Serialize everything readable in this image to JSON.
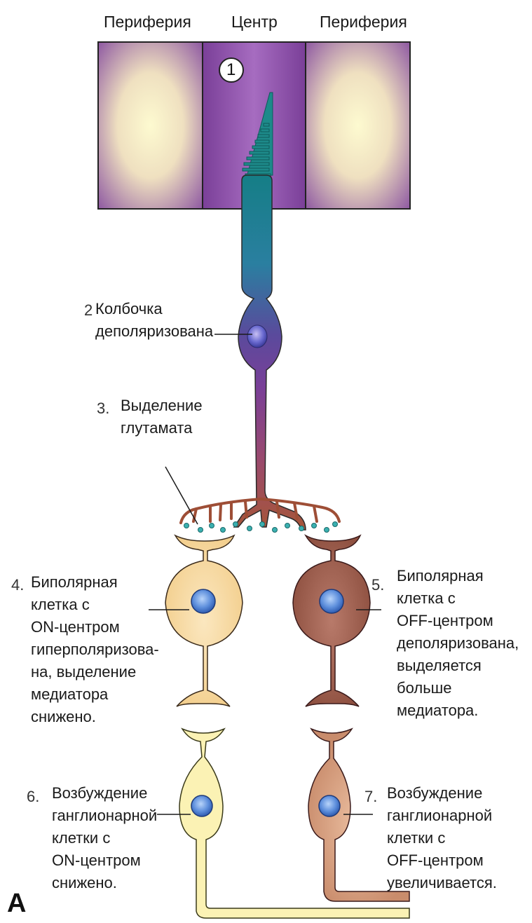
{
  "headers": {
    "left": "Периферия",
    "center": "Центр",
    "right": "Периферия"
  },
  "badge": "1",
  "steps": {
    "s2": {
      "num": "2",
      "lines": [
        "Колбочка",
        "деполяризована"
      ]
    },
    "s3": {
      "num": "3.",
      "lines": [
        "Выделение",
        "глутамата"
      ]
    },
    "s4": {
      "num": "4.",
      "lines": [
        "Биполярная",
        "клетка с",
        "ON-центром",
        "гиперполяризова-",
        "на, выделение",
        "медиатора",
        "снижено."
      ]
    },
    "s5": {
      "num": "5.",
      "lines": [
        "Биполярная",
        "клетка с",
        "OFF-центром",
        "деполяризована,",
        "выделяется",
        "больше",
        "медиатора."
      ]
    },
    "s6": {
      "num": "6.",
      "lines": [
        "Возбуждение",
        "ганглионарной",
        "клетки с",
        "ON-центром",
        "снижено."
      ]
    },
    "s7": {
      "num": "7.",
      "lines": [
        "Возбуждение",
        "ганглионарной",
        "клетки с",
        "OFF-центром",
        "увеличивается."
      ]
    }
  },
  "panel_letter": "А",
  "colors": {
    "purple_field": "#8a4aa4",
    "periphery_light": "#fbf6c8",
    "on_bipolar": "#f8dda6",
    "off_bipolar": "#a9685a",
    "on_ganglion": "#fbf2b4",
    "off_ganglion": "#d9a386",
    "nucleus": "#6fa0e6",
    "cone_teal": "#1d8a8a",
    "glutamate": "#3bb0b0"
  }
}
